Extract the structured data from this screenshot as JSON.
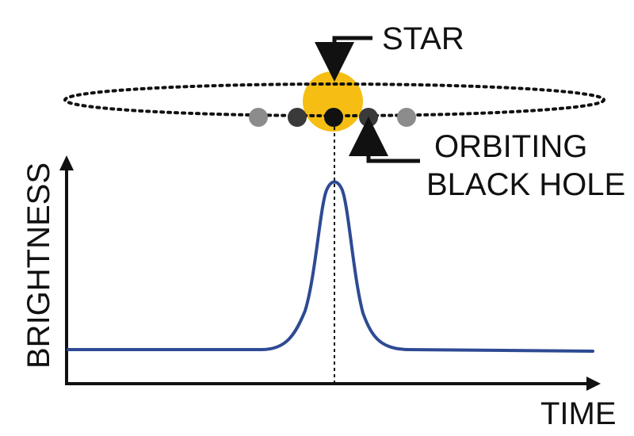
{
  "labels": {
    "star": "STAR",
    "orbiting_line1": "ORBITING",
    "orbiting_line2": "BLACK HOLE",
    "y_axis": "BRIGHTNESS",
    "x_axis": "TIME"
  },
  "colors": {
    "star": "#F6BE12",
    "curve": "#2E4A93",
    "ink": "#111111",
    "bh_dark": "#111111",
    "bh_mid": "#3A3A3A",
    "bh_light": "#8C8C8C"
  },
  "chart_data": {
    "type": "line",
    "title": "",
    "xlabel": "TIME",
    "ylabel": "BRIGHTNESS",
    "ticks": false,
    "grid": false,
    "series": [
      {
        "baseline": 0.05,
        "peak": 1.0,
        "peak_at": 0.5,
        "shape": "single lensing flare"
      }
    ]
  },
  "orbit": {
    "positions": [
      "light",
      "mid",
      "dark",
      "mid",
      "light"
    ],
    "marker_at_center": true
  }
}
